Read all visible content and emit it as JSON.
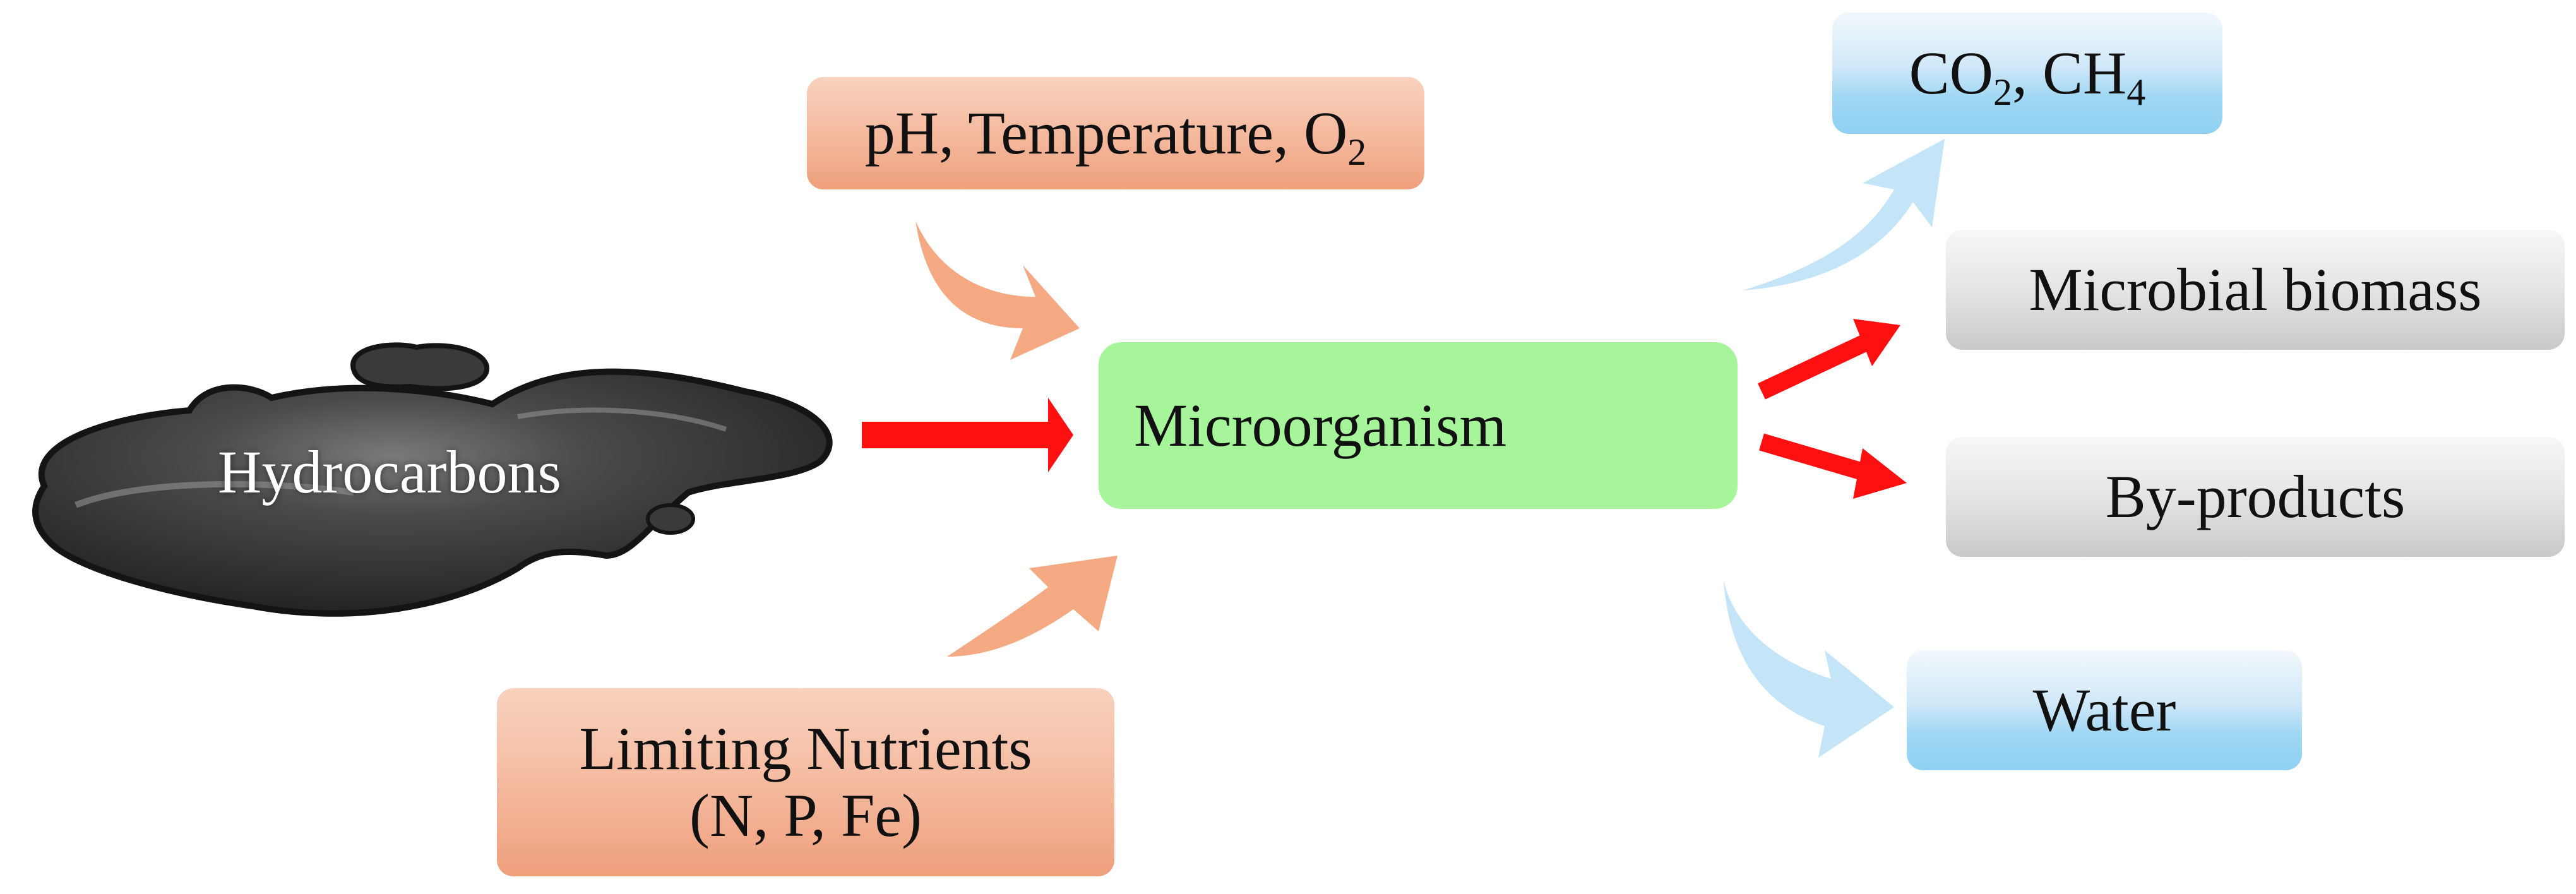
{
  "nodes": {
    "hydrocarbons": {
      "label": "Hydrocarbons"
    },
    "conditions": {
      "label": "pH, Temperature, O",
      "sub": "2"
    },
    "nutrients": {
      "line1": "Limiting Nutrients",
      "line2": "(N, P, Fe)"
    },
    "microorganism": {
      "label": "Microorganism"
    },
    "gases": {
      "co2_main": "CO",
      "co2_sub": "2",
      "sep": ", CH",
      "ch4_sub": "4"
    },
    "biomass": {
      "label": "Microbial biomass"
    },
    "byproducts": {
      "label": "By-products"
    },
    "water": {
      "label": "Water"
    }
  },
  "colors": {
    "red_arrow": "#ff1010",
    "orange_arrow": "#f4a982",
    "blue_arrow": "#c4e4f8",
    "green_box": "#a7f59a",
    "oil": "#3d3d3d"
  },
  "icons": {
    "oil_spill": "oil-spill-icon",
    "microbe_circle": "microbes-icon"
  }
}
